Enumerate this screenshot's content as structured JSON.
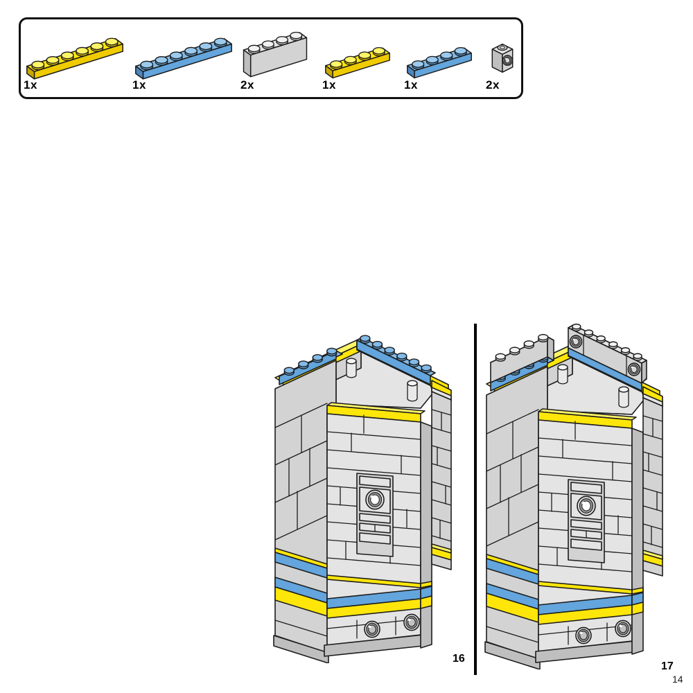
{
  "page_number": "14",
  "parts_box": {
    "parts": [
      {
        "part": "yellow-1x6-plate",
        "qty": "1x",
        "color": "yellow"
      },
      {
        "part": "blue-1x6-plate",
        "qty": "1x",
        "color": "blue"
      },
      {
        "part": "gray-1x4-brick",
        "qty": "2x",
        "color": "gray"
      },
      {
        "part": "yellow-1x4-plate",
        "qty": "1x",
        "color": "yellow"
      },
      {
        "part": "blue-1x4-plate",
        "qty": "1x",
        "color": "blue"
      },
      {
        "part": "gray-1x1-technic-brick",
        "qty": "2x",
        "color": "gray"
      }
    ]
  },
  "steps": [
    {
      "number": "16"
    },
    {
      "number": "17"
    }
  ],
  "palette": {
    "outline": "#1C1C1C",
    "yellow": "#FFE60A",
    "yellow_bright": "#FFF566",
    "yellow_mid": "#EFCB00",
    "yellow_dark": "#C9A800",
    "blue": "#63A5DC",
    "blue_light": "#82BAE8",
    "blue_pale": "#9BCAEF",
    "blue_dark": "#4A87C0",
    "gray_pale": "#F1F1F1",
    "gray_light": "#E4E4E4",
    "gray": "#D3D3D3",
    "gray_mid": "#BFBFBF",
    "gray_dark": "#9E9E9E",
    "white": "#FFFFFF"
  }
}
